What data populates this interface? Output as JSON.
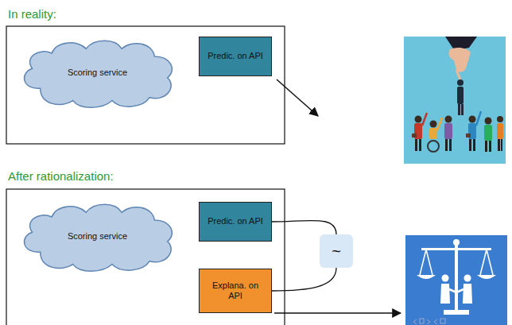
{
  "diagram": {
    "nodes": [
      {
        "text": [
          "Scoring service"
        ]
      },
      {
        "text": [
          "Predic. on API"
        ]
      },
      {
        "text": [
          "Scoring service"
        ]
      },
      {
        "text": [
          "Predic. on API"
        ]
      },
      {
        "text": [
          "Explana. on API"
        ]
      },
      {
        "text": [
          "~"
        ]
      }
    ],
    "edges": [
      {
        "from": 3,
        "to": 5,
        "arrow": "none"
      },
      {
        "from": 4,
        "to": 5,
        "arrow": "none"
      }
    ],
    "labels": [
      "In reality:",
      "After rationalization:"
    ]
  }
}
